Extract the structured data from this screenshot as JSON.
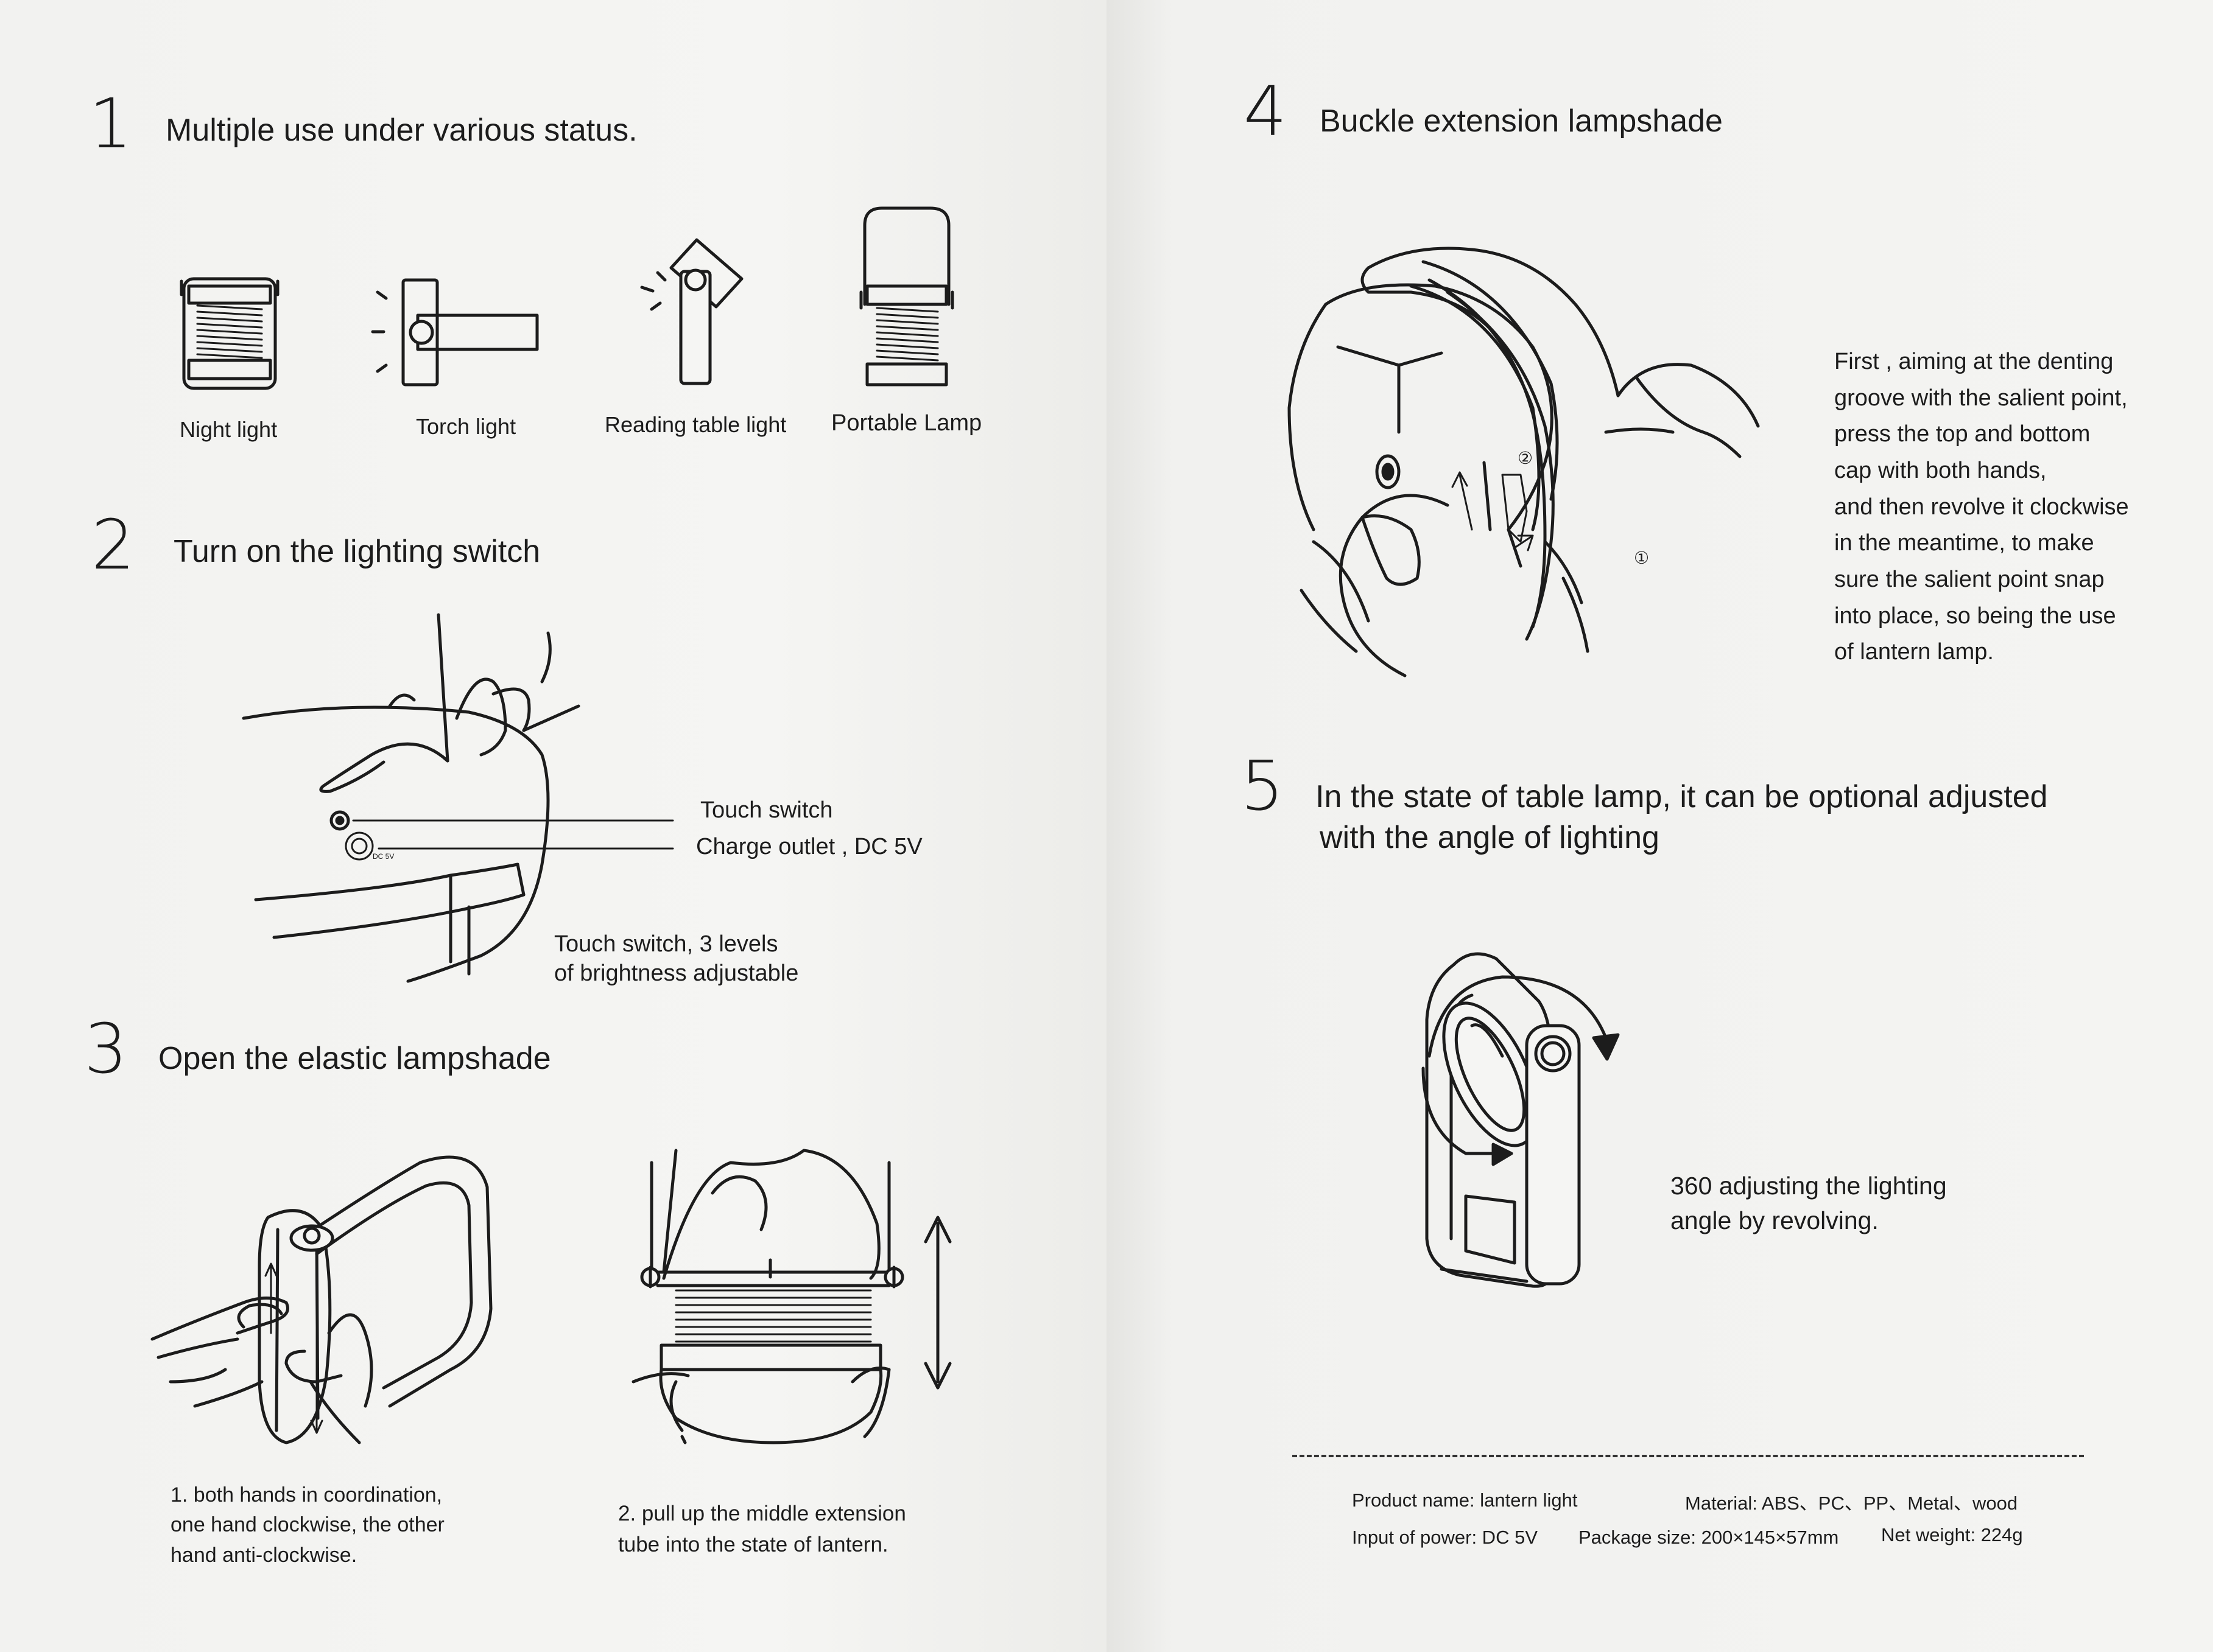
{
  "left_page": {
    "section1": {
      "number": "1",
      "title": "Multiple use under various status.",
      "modes": [
        "Night light",
        "Torch light",
        "Reading table light",
        "Portable Lamp"
      ]
    },
    "section2": {
      "number": "2",
      "title": "Turn on the lighting switch",
      "label_touch": "Touch switch",
      "label_charge": "Charge outlet , DC 5V",
      "dc_mark": "DC 5V",
      "note_line1": "Touch switch, 3 levels",
      "note_line2": "of brightness adjustable"
    },
    "section3": {
      "number": "3",
      "title": "Open the elastic lampshade",
      "step1": [
        "1. both hands in coordination,",
        "one hand clockwise, the other",
        "hand anti-clockwise."
      ],
      "step2": [
        "2. pull up the middle extension",
        "tube into the state of lantern."
      ]
    }
  },
  "right_page": {
    "section4": {
      "number": "4",
      "title": "Buckle extension lampshade",
      "marker1": "①",
      "marker2": "②",
      "instructions": [
        "First , aiming at the denting",
        "groove with the salient point,",
        "press the top and bottom",
        "cap with both hands,",
        "and then revolve it clockwise",
        "in the meantime,  to make",
        "sure the salient point snap",
        "into place, so being the use",
        "of lantern lamp."
      ]
    },
    "section5": {
      "number": "5",
      "title_line1": "In the state of table lamp, it can be optional adjusted",
      "title_line2": "with the angle of lighting",
      "caption": [
        "360 adjusting the lighting",
        "angle by revolving."
      ]
    },
    "specs": {
      "product_name": "Product name: lantern light",
      "material": "Material: ABS、PC、PP、Metal、wood",
      "power_input": "Input of power: DC 5V",
      "package_size": "Package size: 200×145×57mm",
      "net_weight": "Net weight: 224g"
    }
  }
}
